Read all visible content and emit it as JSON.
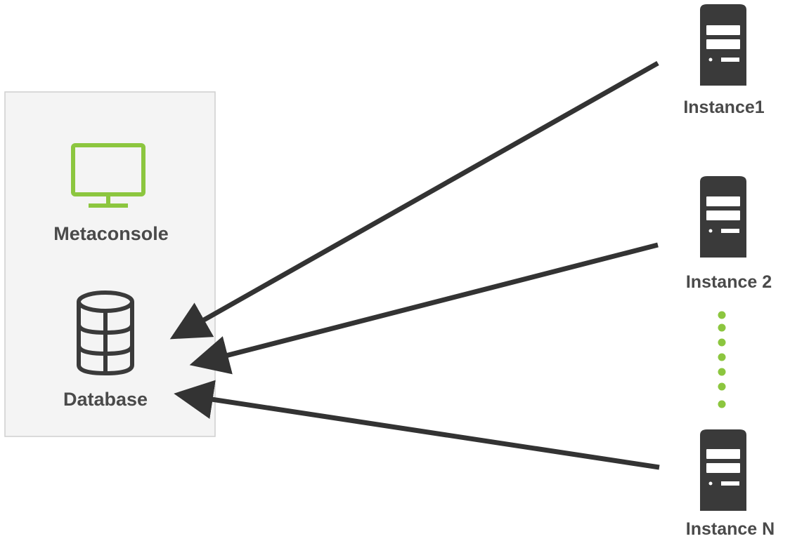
{
  "diagram": {
    "central_panel": {
      "metaconsole_label": "Metaconsole",
      "database_label": "Database"
    },
    "instances": [
      {
        "label": "Instance1"
      },
      {
        "label": "Instance 2"
      },
      {
        "label": "Instance N"
      }
    ],
    "connections": [
      {
        "from": "Instance1",
        "to": "Database"
      },
      {
        "from": "Instance 2",
        "to": "Database"
      },
      {
        "from": "Instance N",
        "to": "Database"
      }
    ],
    "colors": {
      "panel_background": "#f4f4f4",
      "panel_border": "#cfcfcf",
      "monitor_icon": "#8cc63f",
      "ellipsis_dots": "#8cc63f",
      "server_icon": "#3a3a3a",
      "database_icon": "#3a3a3a",
      "arrow": "#333333",
      "label_text": "#4a4a4a"
    },
    "icons": {
      "metaconsole": "monitor-icon",
      "database": "database-icon",
      "instance": "server-icon",
      "continuation": "vertical-ellipsis-dots"
    }
  }
}
